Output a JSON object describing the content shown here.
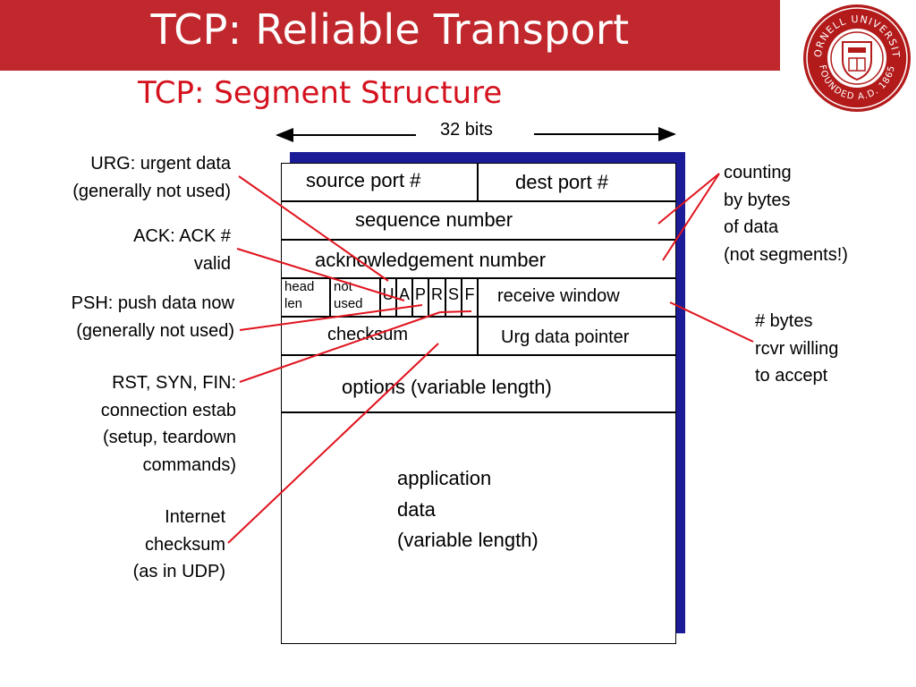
{
  "slide": {
    "title": "TCP: Reliable Transport",
    "subtitle": "TCP: Segment Structure",
    "header_color": "#c0282d",
    "subtitle_color": "#d4121e"
  },
  "logo": {
    "text_top": "CORNELL UNIVERSITY",
    "text_bottom": "FOUNDED A.D. 1865",
    "color": "#b31b1b"
  },
  "diagram": {
    "width_label": "32 bits",
    "fields": {
      "source_port": "source port #",
      "dest_port": "dest port #",
      "sequence_number": "sequence number",
      "ack_number": "acknowledgement number",
      "head_len": "head len",
      "not_used": "not used",
      "flag_u": "U",
      "flag_a": "A",
      "flag_p": "P",
      "flag_r": "R",
      "flag_s": "S",
      "flag_f": "F",
      "receive_window": "receive window",
      "checksum": "checksum",
      "urg_pointer": "Urg data pointer",
      "options": "options (variable length)",
      "app_data_1": "application",
      "app_data_2": "data",
      "app_data_3": "(variable length)"
    },
    "shadow_color": "#1c1c98",
    "line_color": "#e0141e"
  },
  "annotations": {
    "urg": [
      "URG: urgent data",
      "(generally not used)"
    ],
    "ack": [
      "ACK: ACK #",
      "valid"
    ],
    "psh": [
      "PSH: push data now",
      "(generally not used)"
    ],
    "rst": [
      "RST, SYN, FIN:",
      "connection estab",
      "(setup, teardown",
      "commands)"
    ],
    "internet_checksum": [
      "Internet",
      "checksum",
      "(as in UDP)"
    ],
    "counting": [
      "counting",
      "by bytes",
      "of data",
      "(not segments!)"
    ],
    "bytes": [
      "# bytes",
      "rcvr willing",
      "to accept"
    ]
  }
}
